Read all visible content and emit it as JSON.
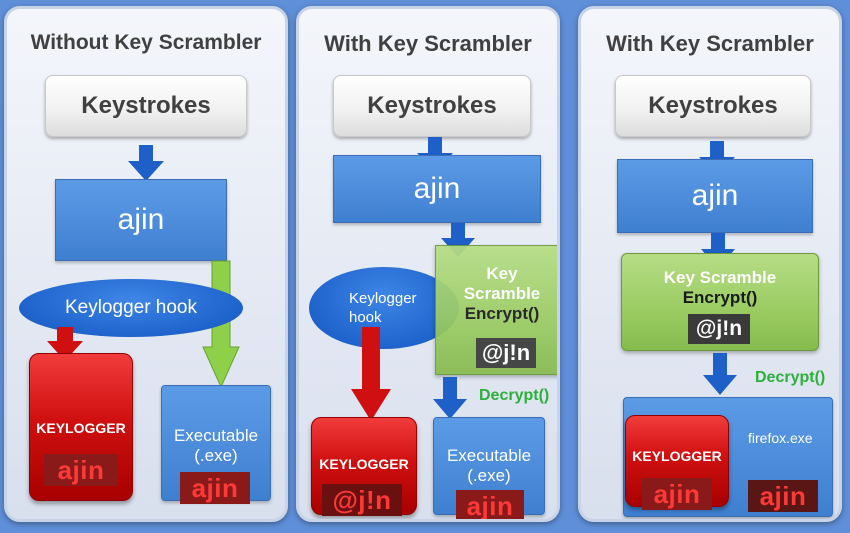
{
  "colors": {
    "background": "#5f8fd9",
    "arrow_blue": "#1f5fc8",
    "arrow_red": "#d01010",
    "arrow_green": "#8ed04a",
    "decrypt_green": "#2cb03a"
  },
  "panel1": {
    "title": "Without Key Scrambler",
    "keystrokes": "Keystrokes",
    "input_text": "ajin",
    "hook": "Keylogger hook",
    "keylogger_label": "KEYLOGGER",
    "keylogger_value": "ajin",
    "executable_label_line1": "Executable",
    "executable_label_line2": "(.exe)",
    "executable_value": "ajin"
  },
  "panel2": {
    "title": "With Key Scrambler",
    "keystrokes": "Keystrokes",
    "input_text": "ajin",
    "hook_line1": "Keylogger",
    "hook_line2": "hook",
    "scramble_line1": "Key",
    "scramble_line2": "Scramble",
    "scramble_line3": "Encrypt()",
    "encrypted_value": "@j!n",
    "decrypt_label": "Decrypt()",
    "keylogger_label": "KEYLOGGER",
    "keylogger_value": "@j!n",
    "executable_label_line1": "Executable",
    "executable_label_line2": "(.exe)",
    "executable_value": "ajin"
  },
  "panel3": {
    "title": "With Key Scrambler",
    "keystrokes": "Keystrokes",
    "input_text": "ajin",
    "scramble_line1": "Key Scramble",
    "scramble_line2": "Encrypt()",
    "encrypted_value": "@j!n",
    "decrypt_label": "Decrypt()",
    "app_label": "firefox.exe",
    "keylogger_label": "KEYLOGGER",
    "keylogger_value": "ajin",
    "app_value": "ajin"
  }
}
